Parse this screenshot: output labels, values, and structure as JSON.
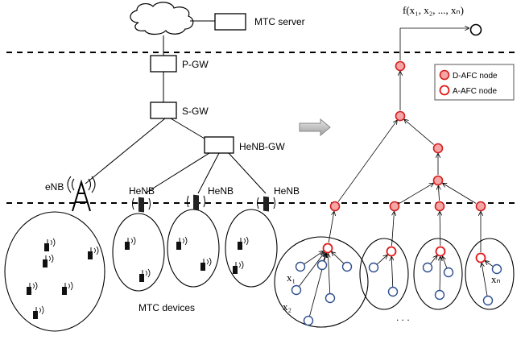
{
  "labels": {
    "mtc_server": "MTC server",
    "pgw": "P-GW",
    "sgw": "S-GW",
    "henb_gw": "HeNB-GW",
    "enb": "eNB",
    "henb_1": "HeNB",
    "henb_2": "HeNB",
    "henb_3": "HeNB",
    "mtc_devices": "MTC devices",
    "function_output": "f(x₁, x₂, ..., xₙ)",
    "x1": "x₁",
    "x2": "x₂",
    "xN": "xₙ",
    "ellipsis": ". . ."
  },
  "legend": {
    "d_afc": "D-AFC node",
    "a_afc": "A-AFC node"
  },
  "colors": {
    "d_afc_fill": "#f5a5a5",
    "a_afc_stroke": "#e01818",
    "device_stroke": "#2f4f8f"
  }
}
